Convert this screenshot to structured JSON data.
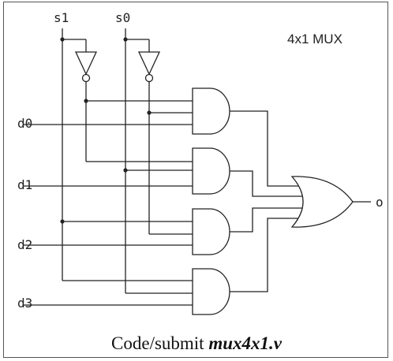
{
  "title": "4x1 MUX",
  "select_inputs": [
    "s1",
    "s0"
  ],
  "data_inputs": [
    "d0",
    "d1",
    "d2",
    "d3"
  ],
  "output": "o",
  "caption": {
    "prefix": "Code/submit ",
    "filename": "mux4x1.v"
  }
}
